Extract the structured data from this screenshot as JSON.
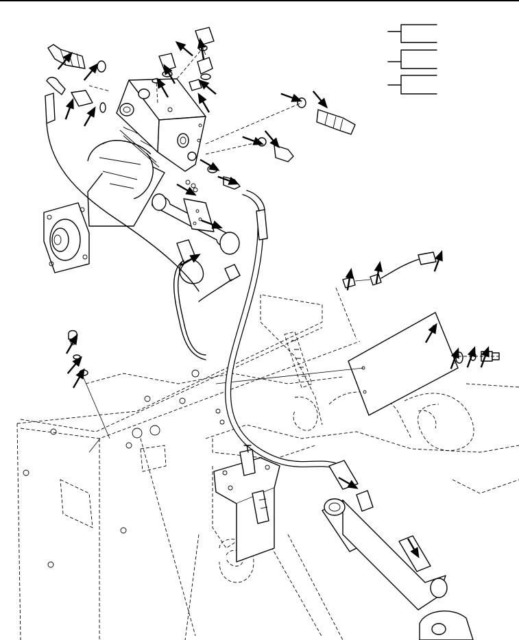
{
  "figure": {
    "view": "exploded-view",
    "callout_arrow_count": 26,
    "legend_bracket_count": 3
  },
  "colors": {
    "ink": "#000000",
    "paper": "#ffffff"
  }
}
